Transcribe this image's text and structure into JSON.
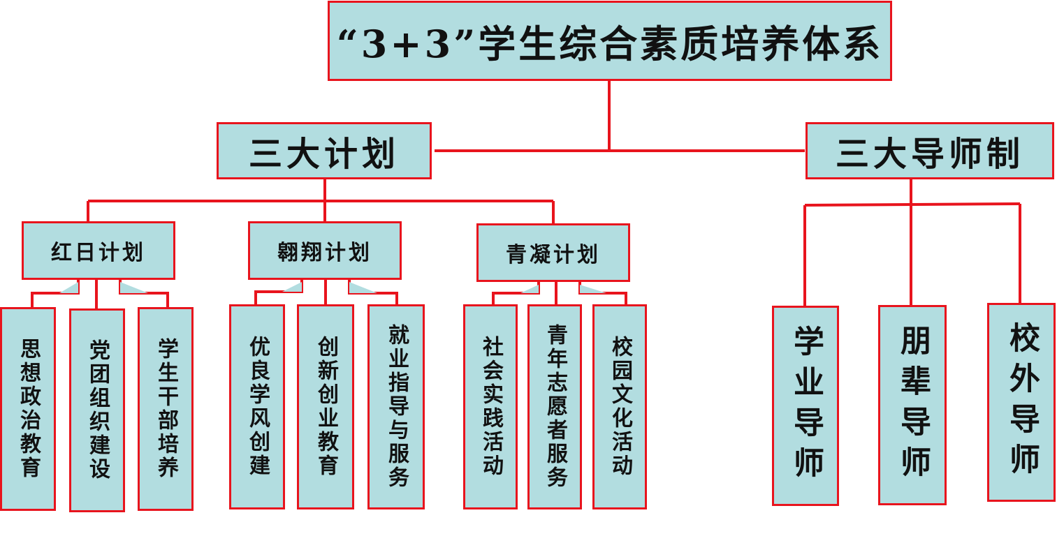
{
  "root": {
    "label": "“3+3”学生综合素质培养体系"
  },
  "plans": {
    "label": "三大计划",
    "items": [
      {
        "label": "红日计划",
        "children": [
          "思想政治教育",
          "党团组织建设",
          "学生干部培养"
        ]
      },
      {
        "label": "翱翔计划",
        "children": [
          "优良学风创建",
          "创新创业教育",
          "就业指导与服务"
        ]
      },
      {
        "label": "青凝计划",
        "children": [
          "社会实践活动",
          "青年志愿者服务",
          "校园文化活动"
        ]
      }
    ]
  },
  "mentors": {
    "label": "三大导师制",
    "items": [
      "学业导师",
      "朋辈导师",
      "校外导师"
    ]
  },
  "colors": {
    "box_fill": "#b2dde0",
    "border": "#e8141d",
    "text": "#111111"
  }
}
